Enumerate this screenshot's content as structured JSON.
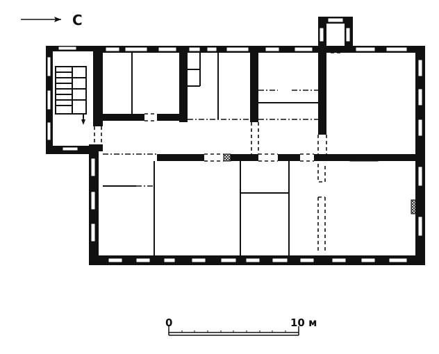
{
  "north_label": "С",
  "scale_bar": {
    "start_label": "0",
    "end_label": "10 м"
  },
  "colors": {
    "ink": "#111111",
    "paper": "#ffffff"
  }
}
